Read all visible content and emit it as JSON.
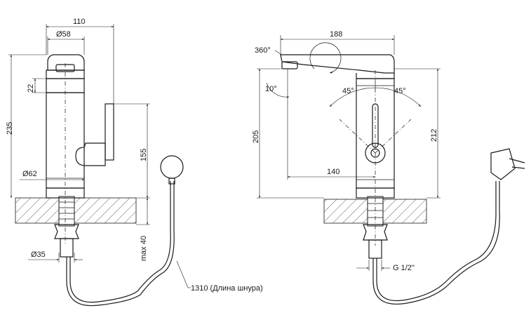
{
  "side_view": {
    "dim_width_total": "110",
    "dim_cap_diameter": "Ø58",
    "dim_step": "22",
    "dim_height_total": "235",
    "dim_body_diameter": "Ø62",
    "dim_outlet_height": "155",
    "dim_shank_diameter": "Ø35",
    "dim_mount_depth": "max 40",
    "dim_cord_length": "1310 (Длина шнура)"
  },
  "front_view": {
    "dim_reach": "188",
    "rotation_label": "360°",
    "tilt_label": "10°",
    "angle_left": "45°",
    "angle_right": "45°",
    "dim_height_left": "205",
    "dim_height_right": "212",
    "dim_outlet_offset": "140",
    "dim_thread": "G 1/2\""
  }
}
